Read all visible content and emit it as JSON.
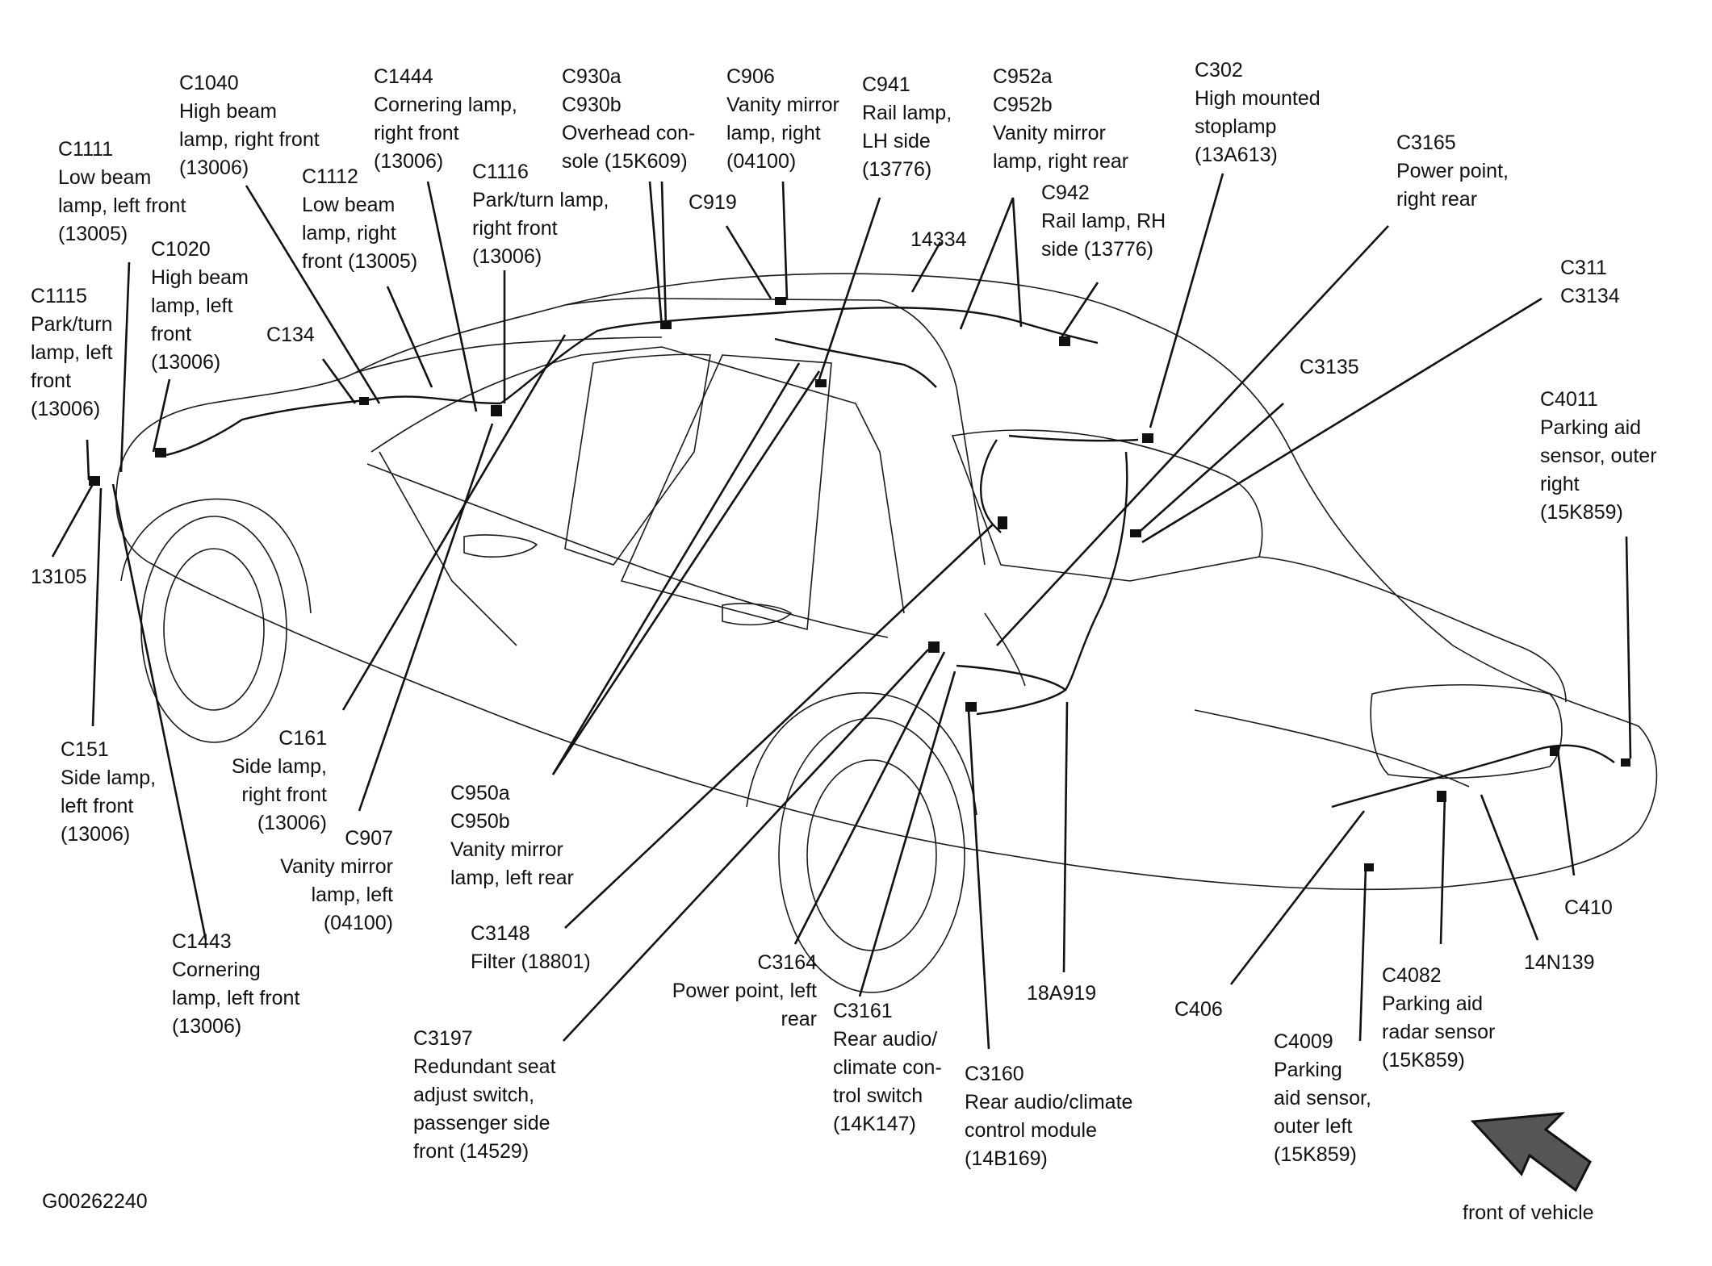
{
  "figure_id": "G00262240",
  "orientation": {
    "arrow_label": "front of vehicle"
  },
  "labels": {
    "c1111": [
      "C1111",
      "Low beam",
      "lamp, left front",
      "(13005)"
    ],
    "c1040": [
      "C1040",
      "High beam",
      "lamp, right front",
      "(13006)"
    ],
    "c1444": [
      "C1444",
      "Cornering lamp,",
      "right front",
      "(13006)"
    ],
    "c930": [
      "C930a",
      "C930b",
      "Overhead con-",
      "sole (15K609)"
    ],
    "c906": [
      "C906",
      "Vanity mirror",
      "lamp, right",
      "(04100)"
    ],
    "c941": [
      "C941",
      "Rail lamp,",
      "LH side",
      "(13776)"
    ],
    "c952": [
      "C952a",
      "C952b",
      "Vanity mirror",
      "lamp, right rear"
    ],
    "c302": [
      "C302",
      "High mounted",
      "stoplamp",
      "(13A613)"
    ],
    "c3165": [
      "C3165",
      "Power point,",
      "right rear"
    ],
    "c311": [
      "C311",
      "C3134"
    ],
    "c1112": [
      "C1112",
      "Low beam",
      "lamp, right",
      "front (13005)"
    ],
    "c1116": [
      "C1116",
      "Park/turn lamp,",
      "right front",
      "(13006)"
    ],
    "c919": [
      "C919"
    ],
    "c942": [
      "C942",
      "Rail lamp, RH",
      "side (13776)"
    ],
    "n14334": [
      "14334"
    ],
    "c1020": [
      "C1020",
      "High beam",
      "lamp, left",
      "front",
      "(13006)"
    ],
    "c1115": [
      "C1115",
      "Park/turn",
      "lamp, left",
      "front",
      "(13006)"
    ],
    "c134": [
      "C134"
    ],
    "c3135": [
      "C3135"
    ],
    "c4011": [
      "C4011",
      "Parking aid",
      "sensor, outer",
      "right",
      "(15K859)"
    ],
    "n13105": [
      "13105"
    ],
    "c151": [
      "C151",
      "Side lamp,",
      "left front",
      "(13006)"
    ],
    "c161": [
      "C161",
      "Side lamp,",
      "right front",
      "(13006)"
    ],
    "c907": [
      "C907",
      "Vanity mirror",
      "lamp, left",
      "(04100)"
    ],
    "c950": [
      "C950a",
      "C950b",
      "Vanity mirror",
      "lamp, left rear"
    ],
    "c1443": [
      "C1443",
      "Cornering",
      "lamp, left front",
      "(13006)"
    ],
    "c3148": [
      "C3148",
      "Filter (18801)"
    ],
    "c3164": [
      "C3164",
      "Power point, left",
      "rear"
    ],
    "c3197": [
      "C3197",
      "Redundant seat",
      "adjust switch,",
      "passenger side",
      "front (14529)"
    ],
    "c3161": [
      "C3161",
      "Rear audio/",
      "climate con-",
      "trol switch",
      "(14K147)"
    ],
    "c3160": [
      "C3160",
      "Rear audio/climate",
      "control module",
      "(14B169)"
    ],
    "n18a919": [
      "18A919"
    ],
    "c406": [
      "C406"
    ],
    "c4009": [
      "C4009",
      "Parking",
      "aid sensor,",
      "outer left",
      "(15K859)"
    ],
    "c4082": [
      "C4082",
      "Parking aid",
      "radar sensor",
      "(15K859)"
    ],
    "c410": [
      "C410"
    ],
    "n14n139": [
      "14N139"
    ]
  }
}
